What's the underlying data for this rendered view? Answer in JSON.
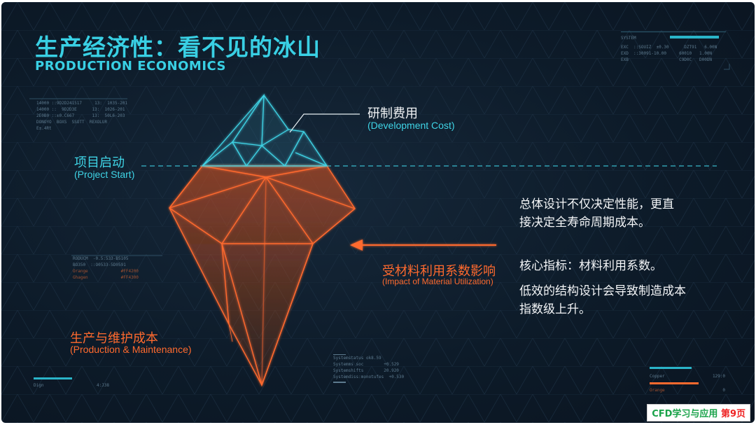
{
  "title": {
    "cn": "生产经济性：看不见的冰山",
    "en": "PRODUCTION ECONOMICS"
  },
  "labels": {
    "dev_cost_cn": "研制费用",
    "dev_cost_en": "(Development Cost)",
    "project_start_cn": "项目启动",
    "project_start_en": "(Project Start)",
    "material_cn": "受材料利用系数影响",
    "material_en": "(Impact of Material Utilization)",
    "prod_cn": "生产与维护成本",
    "prod_en": "(Production & Maintenance)"
  },
  "right_panel": {
    "p1_line1": "总体设计不仅决定性能，更直",
    "p1_line2": "接决定全寿命周期成本。",
    "p2": "核心指标：材料利用系数。",
    "p3_line1": "低效的结构设计会导致制造成本",
    "p3_line2": "指数级上升。"
  },
  "hud": {
    "topright_head": "SYSTEM",
    "topright_rows": [
      "EXC  ::SOUIZ  ±0.30      DZT91   6.00N",
      "EXD  ::30091-10.00     60010   1.00N",
      "",
      "EXB                    C9D0C   D00DN"
    ],
    "topleft_rows": [
      "14000 ::9D2D241517     13:  1035-201",
      "14000 ::  9D2D3E      13:  1026-201",
      "2E0B0 ::±0.C667       13:  50L6-203",
      "",
      "DONOYO  BOXS  SSOTT  REXOLUR",
      "E±.4Rt"
    ],
    "midleft_rows": [
      "RODUCM  -0.5:533-B5105",
      "BO350  ::O0533-5D0591",
      "",
      "Orange             #FF4200",
      "Ghagen             #FF4300"
    ],
    "bottomleft_label": "Dign",
    "bottomleft_value": "4:J38",
    "bottommid_rows": [
      "Systemstatus ok8.59",
      "Systemms soc        +0.529",
      "Systemshifts        20.920",
      "Systemdiss:monotufes  +0.530"
    ],
    "bottomright_row1_label": "Copper",
    "bottomright_row1_value": "129:0",
    "bottomright_row2_label": "Orange",
    "bottomright_row2_value": "0"
  },
  "badge": {
    "text": "CFD学习与应用",
    "page": "第9页"
  },
  "colors": {
    "cyan": "#39d0e4",
    "orange": "#ff6a2e",
    "background": "#0d1b29"
  }
}
